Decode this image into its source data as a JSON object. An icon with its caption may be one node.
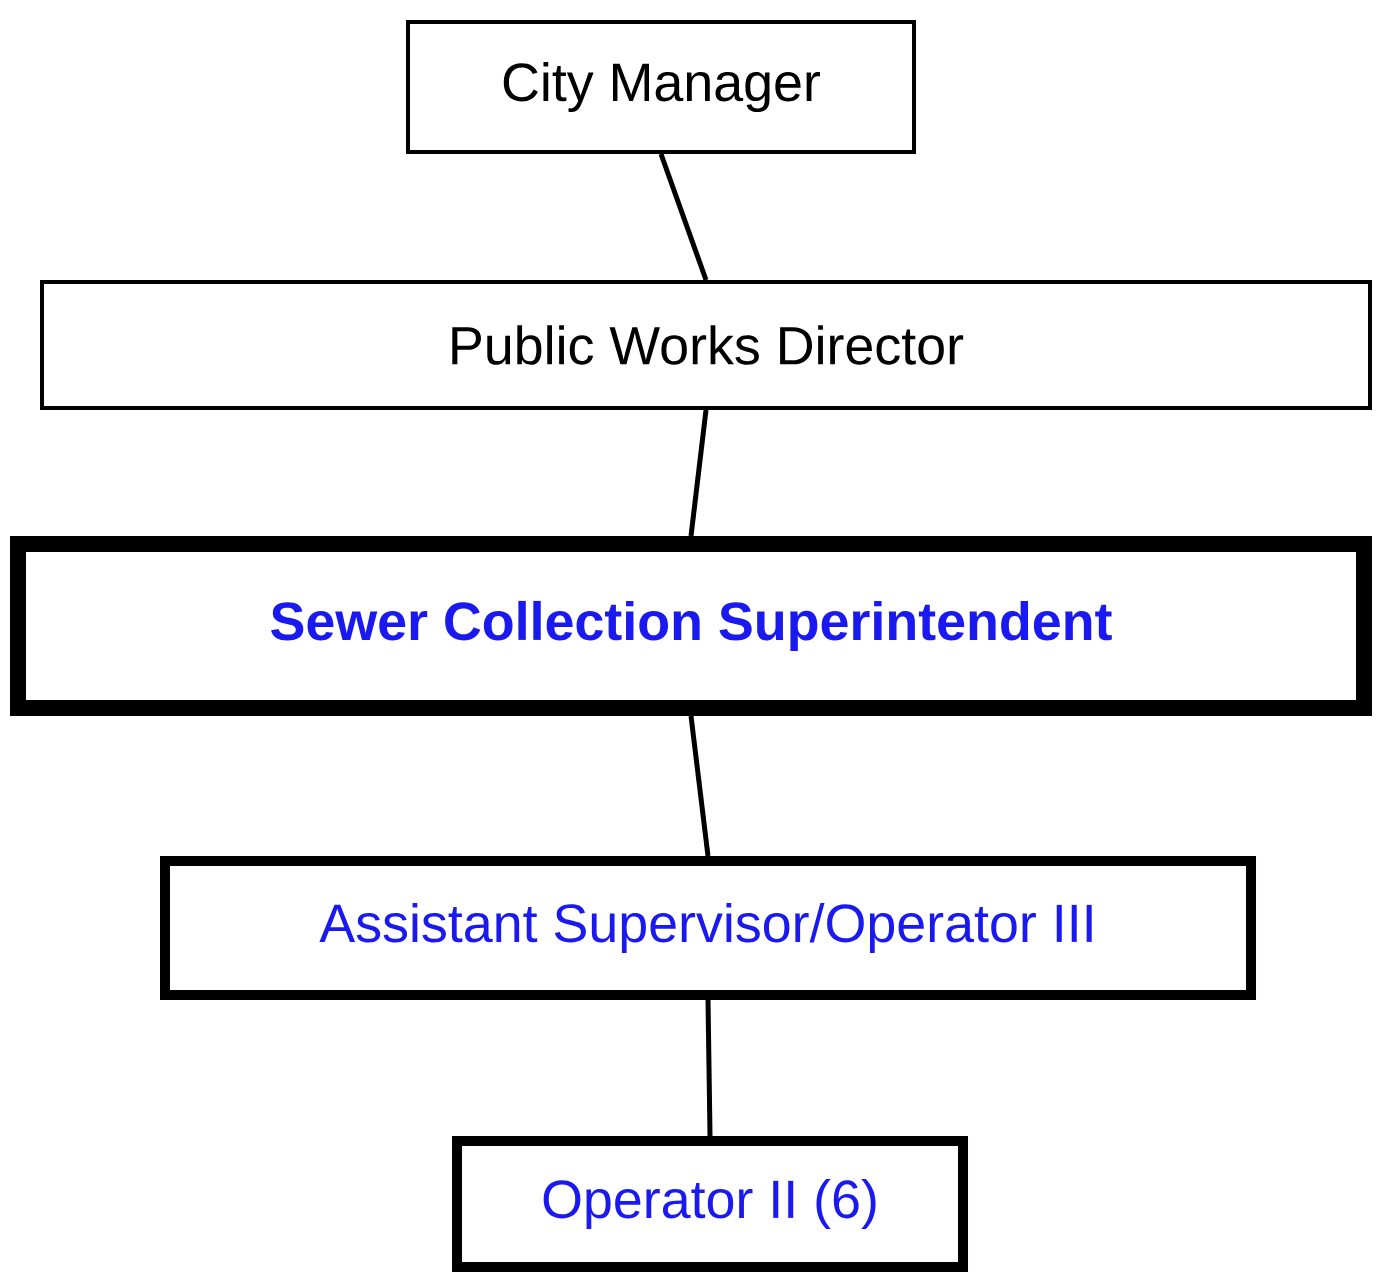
{
  "diagram": {
    "nodes": [
      {
        "text": [
          "City Manager"
        ]
      },
      {
        "text": [
          "Public Works Director"
        ]
      },
      {
        "text": [
          "Sewer Collection Superintendent"
        ]
      },
      {
        "text": [
          "Assistant Supervisor/Operator III"
        ]
      },
      {
        "text": [
          "Operator II (6)"
        ]
      }
    ],
    "edges": [
      {
        "from": 0,
        "to": 1,
        "arrow": "none"
      },
      {
        "from": 1,
        "to": 2,
        "arrow": "none"
      },
      {
        "from": 2,
        "to": 3,
        "arrow": "none"
      },
      {
        "from": 3,
        "to": 4,
        "arrow": "none"
      }
    ]
  }
}
